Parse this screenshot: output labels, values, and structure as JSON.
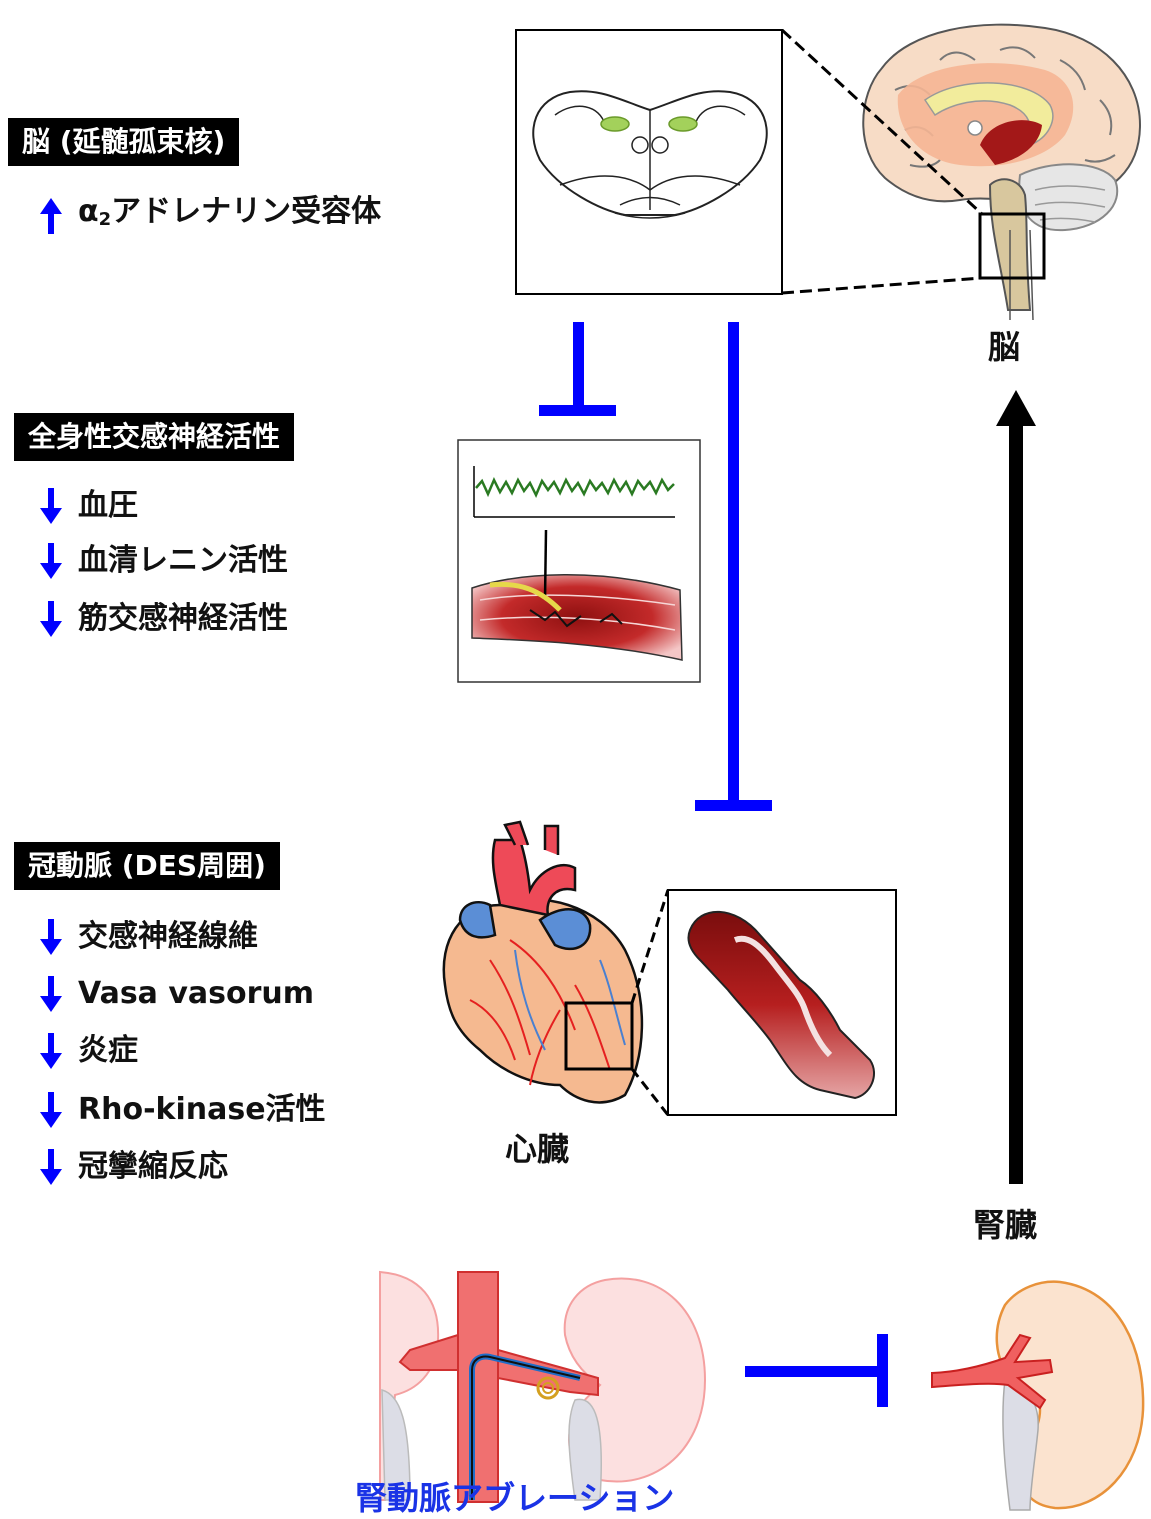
{
  "brain_section": {
    "header": "脳 (延髄孤束核)",
    "items": [
      {
        "arrow": "up",
        "label": "α₂アドレナリン受容体"
      }
    ]
  },
  "sympathetic_section": {
    "header": "全身性交感神経活性",
    "items": [
      {
        "arrow": "down",
        "label": "血圧"
      },
      {
        "arrow": "down",
        "label": "血清レニン活性"
      },
      {
        "arrow": "down",
        "label": "筋交感神経活性"
      }
    ]
  },
  "coronary_section": {
    "header": "冠動脈 (DES周囲)",
    "items": [
      {
        "arrow": "down",
        "label": "交感神経線維"
      },
      {
        "arrow": "down",
        "label": "Vasa vasorum"
      },
      {
        "arrow": "down",
        "label": "炎症"
      },
      {
        "arrow": "down",
        "label": "Rho-kinase活性"
      },
      {
        "arrow": "down",
        "label": "冠攣縮反応"
      }
    ]
  },
  "organ_labels": {
    "brain": "脳",
    "heart": "心臓",
    "kidney": "腎臓",
    "procedure": "腎動脈アブレーション"
  },
  "colors": {
    "inhibit_blue": "#0000ff",
    "arrow_black": "#000000",
    "header_bg": "#000000",
    "artery_red": "#e03030",
    "procedure_text": "#1a33e6"
  }
}
